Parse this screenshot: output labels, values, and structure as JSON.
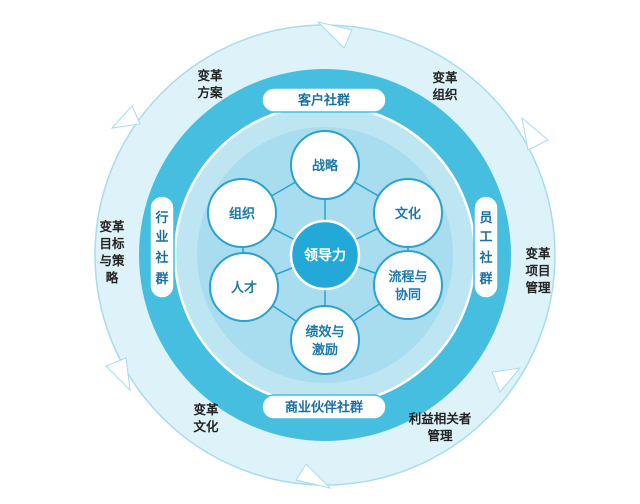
{
  "outer_labels": {
    "top_left": [
      "变革",
      "方案"
    ],
    "top_right": [
      "变革",
      "组织"
    ],
    "left": [
      "变革",
      "目标",
      "与策",
      "略"
    ],
    "right": [
      "变革",
      "项目",
      "管理"
    ],
    "bottom_left": [
      "变革",
      "文化"
    ],
    "bottom_right": [
      "利益相关者",
      "管理"
    ]
  },
  "ring_labels": {
    "top": "客户社群",
    "bottom": "商业伙伴社群",
    "left": [
      "行",
      "业",
      "社",
      "群"
    ],
    "right": [
      "员",
      "工",
      "社",
      "群"
    ]
  },
  "center": "领导力",
  "nodes": {
    "top": [
      "战略"
    ],
    "upper_left": [
      "组织"
    ],
    "upper_right": [
      "文化"
    ],
    "lower_left": [
      "人才"
    ],
    "lower_right": [
      "流程与",
      "协同"
    ],
    "bottom": [
      "绩效与",
      "激励"
    ]
  },
  "colors": {
    "outer_ring": "#daf1f8",
    "middle_ring": "#45bedf",
    "inner_ring": "#bde6f2",
    "node_fill": "#ffffff",
    "node_stroke": "#2aa1cf",
    "center_fill": "#22a9d8",
    "label_text": "#1a6fa0"
  }
}
